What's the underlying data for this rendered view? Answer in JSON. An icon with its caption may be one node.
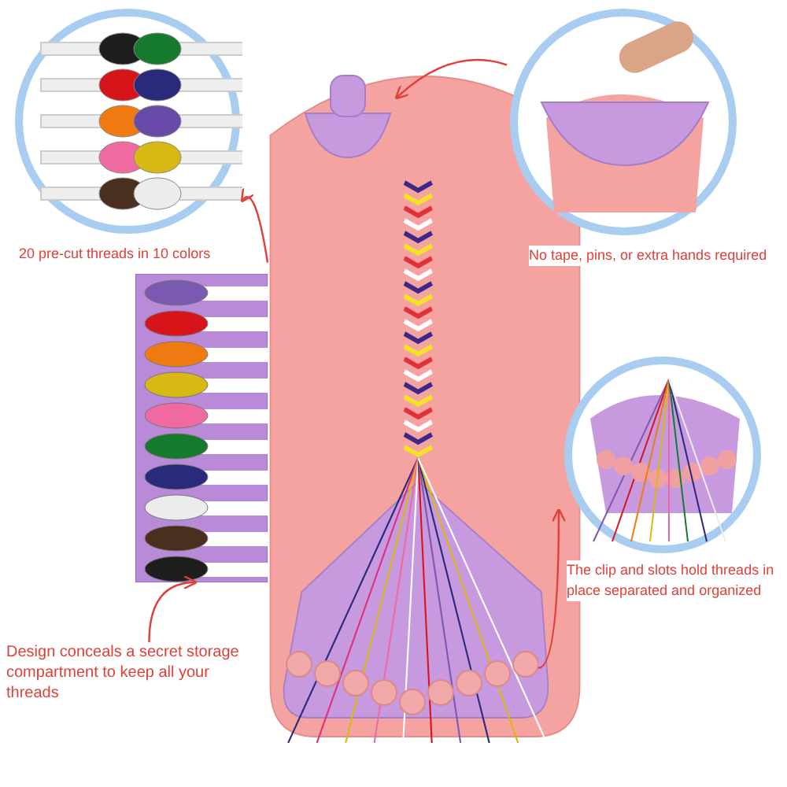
{
  "diagram": {
    "nodes": [
      {
        "text": [],
        "shape": "picture",
        "beside": [
          "20 pre-cut threads in 10 colors"
        ]
      },
      {
        "text": [],
        "shape": "picture"
      },
      {
        "text": [],
        "shape": "picture",
        "beside": [
          "No tape, pins, or extra hands required"
        ]
      },
      {
        "text": [],
        "shape": "picture",
        "in": 1
      },
      {
        "text": [],
        "shape": "picture"
      },
      {
        "text": [
          "Design conceals a secret storage compartment to keep all your threads"
        ]
      },
      {
        "text": [],
        "shape": "picture",
        "beside": [
          "The clip and slots hold threads in place separated and organized"
        ]
      },
      {
        "text": [],
        "shape": "picture",
        "in": 1
      }
    ],
    "edges": [
      {
        "from": 1,
        "to": 0,
        "arrow": "to"
      },
      {
        "from": 2,
        "to": 3,
        "arrow": "to"
      },
      {
        "from": 5,
        "to": 4,
        "arrow": "to"
      },
      {
        "from": 7,
        "to": 6,
        "arrow": "to"
      }
    ]
  }
}
